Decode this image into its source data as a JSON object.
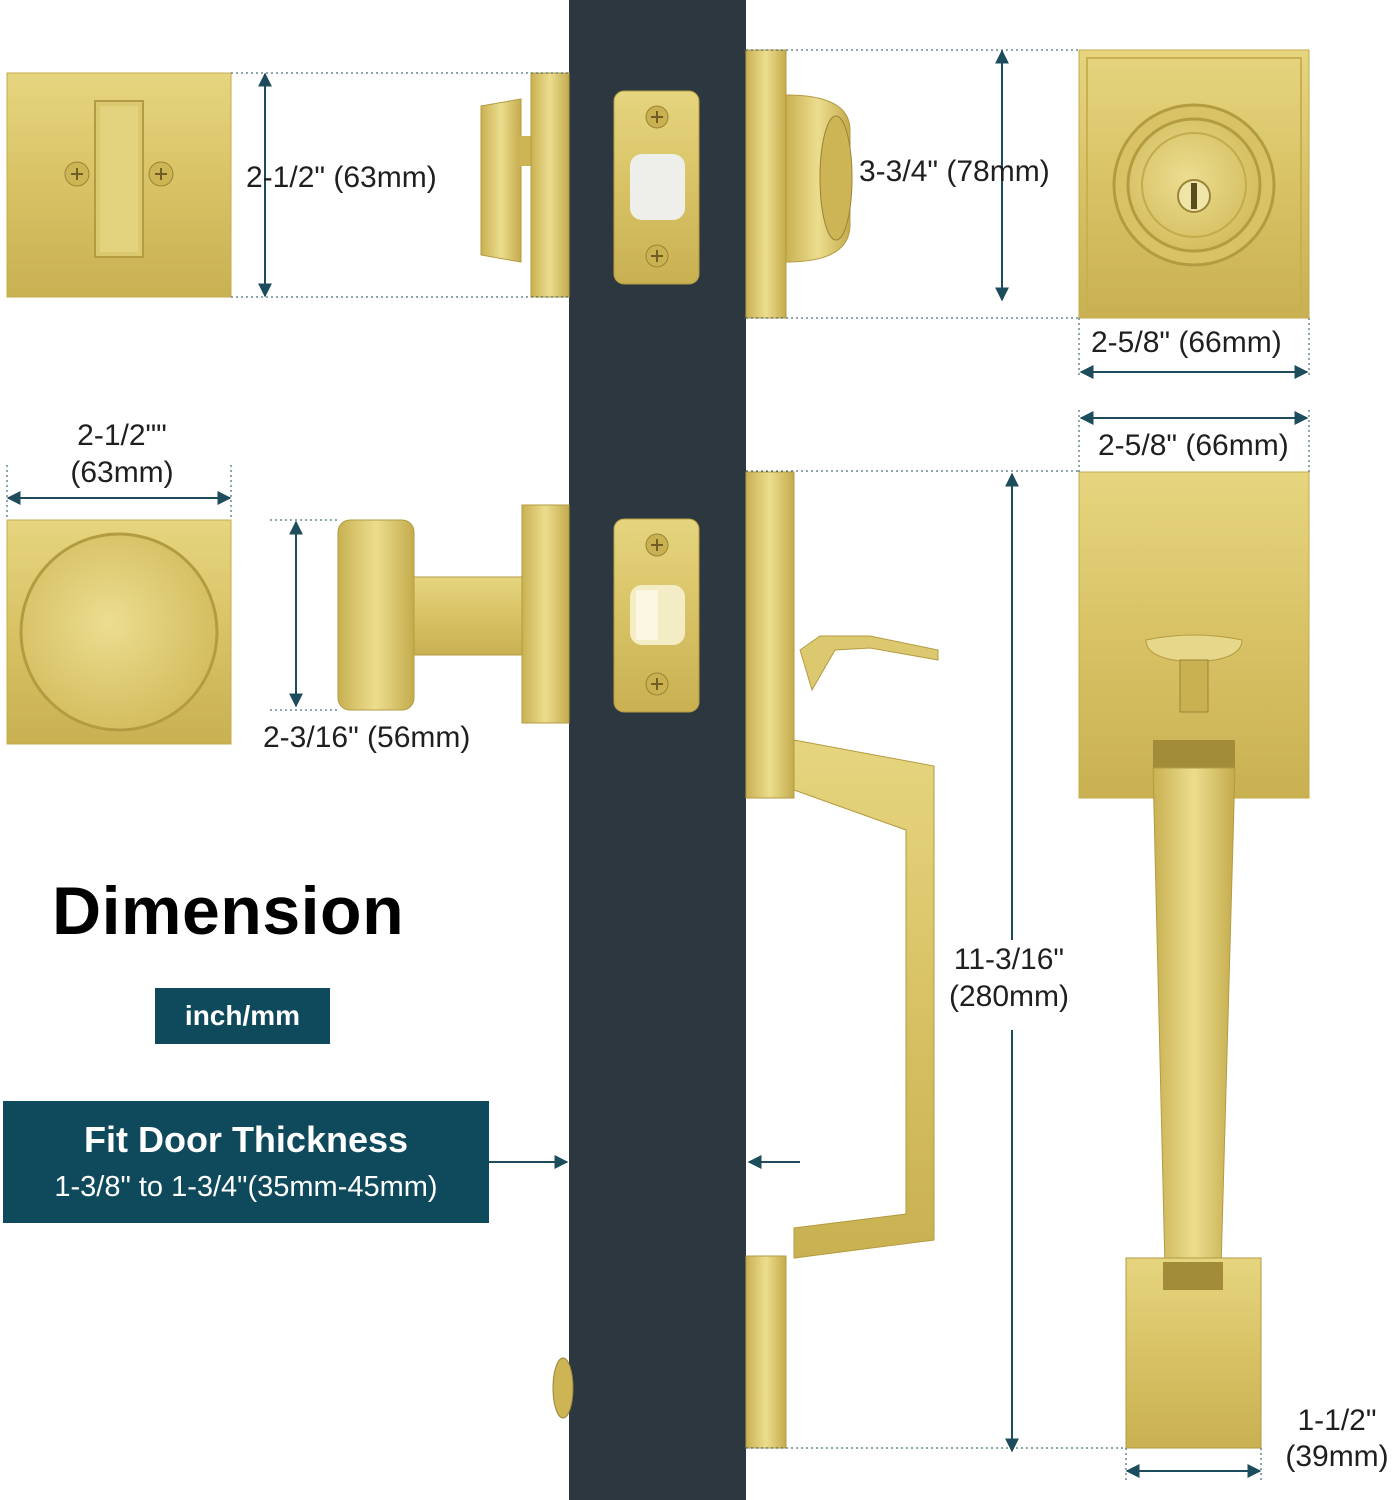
{
  "title": "Dimension",
  "units_badge": "inch/mm",
  "door_thickness": {
    "heading": "Fit Door Thickness",
    "range": "1-3/8\" to 1-3/4\"(35mm-45mm)"
  },
  "dimensions": {
    "deadbolt_inside_height": "2-1/2\" (63mm)",
    "deadbolt_exterior_height": "3-3/4\" (78mm)",
    "deadbolt_exterior_width": "2-5/8\" (66mm)",
    "knob_rose_width_inch": "2-1/2\"\"",
    "knob_rose_width_mm": "(63mm)",
    "knob_diameter": "2-3/16\" (56mm)",
    "handleset_width": "2-5/8\" (66mm)",
    "handleset_height_inch": "11-3/16\"",
    "handleset_height_mm": "(280mm)",
    "grip_base_width_inch": "1-1/2\"",
    "grip_base_width_mm": "(39mm)"
  },
  "colors": {
    "brass": "#d9c468",
    "brass_light": "#eadc8c",
    "brass_dark": "#b9a245",
    "door": "#2d3740",
    "accent": "#0e4a5c",
    "dimension_line": "#1d4d5c"
  }
}
